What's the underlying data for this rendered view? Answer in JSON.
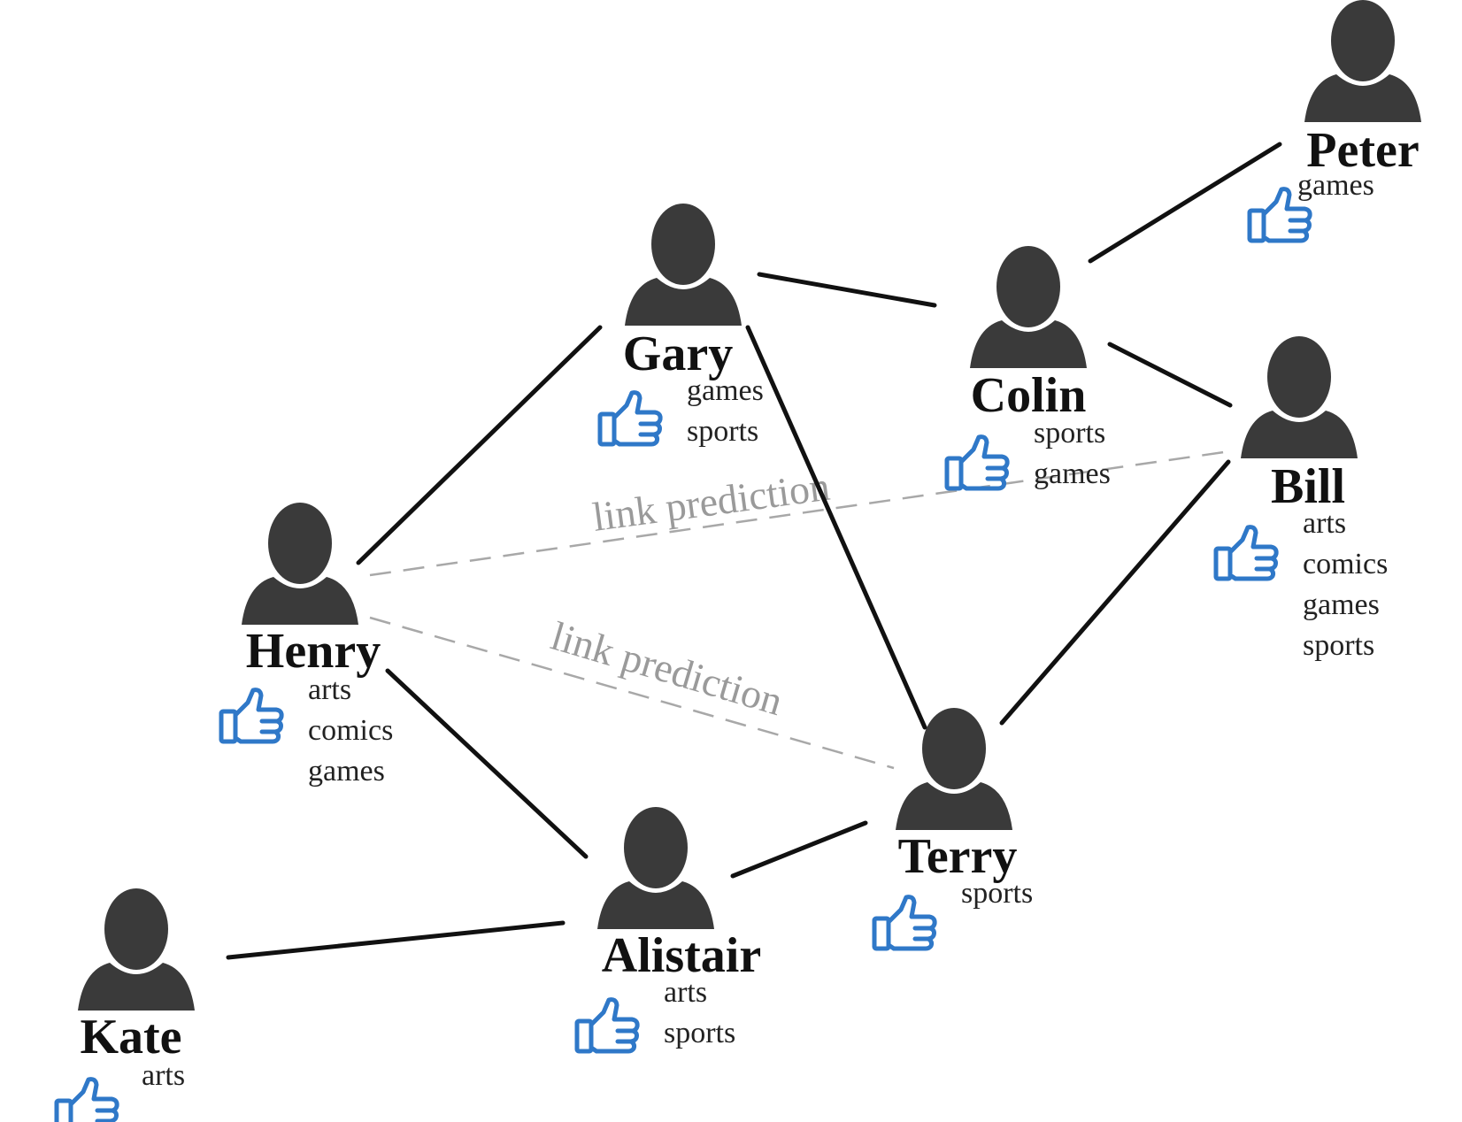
{
  "colors": {
    "person": "#3a3a3a",
    "edge": "#111111",
    "prediction_edge": "#a8a8a8",
    "prediction_label": "#9a9a9a",
    "like_icon": "#2f78c8"
  },
  "icons": {
    "person": "person-icon",
    "like": "thumbs-up-icon"
  },
  "people": [
    {
      "id": "peter",
      "name": "Peter",
      "likes": [
        "games"
      ]
    },
    {
      "id": "gary",
      "name": "Gary",
      "likes": [
        "games",
        "sports"
      ]
    },
    {
      "id": "colin",
      "name": "Colin",
      "likes": [
        "sports",
        "games"
      ]
    },
    {
      "id": "bill",
      "name": "Bill",
      "likes": [
        "arts",
        "comics",
        "games",
        "sports"
      ]
    },
    {
      "id": "henry",
      "name": "Henry",
      "likes": [
        "arts",
        "comics",
        "games"
      ]
    },
    {
      "id": "terry",
      "name": "Terry",
      "likes": [
        "sports"
      ]
    },
    {
      "id": "alistair",
      "name": "Alistair",
      "likes": [
        "arts",
        "sports"
      ]
    },
    {
      "id": "kate",
      "name": "Kate",
      "likes": [
        "arts"
      ]
    }
  ],
  "edges": [
    {
      "from": "henry",
      "to": "gary"
    },
    {
      "from": "gary",
      "to": "colin"
    },
    {
      "from": "gary",
      "to": "terry"
    },
    {
      "from": "colin",
      "to": "peter"
    },
    {
      "from": "colin",
      "to": "bill"
    },
    {
      "from": "bill",
      "to": "terry"
    },
    {
      "from": "henry",
      "to": "alistair"
    },
    {
      "from": "alistair",
      "to": "terry"
    },
    {
      "from": "kate",
      "to": "alistair"
    }
  ],
  "predicted_links": [
    {
      "from": "henry",
      "to": "bill",
      "label": "link prediction"
    },
    {
      "from": "henry",
      "to": "terry",
      "label": "link prediction"
    }
  ]
}
